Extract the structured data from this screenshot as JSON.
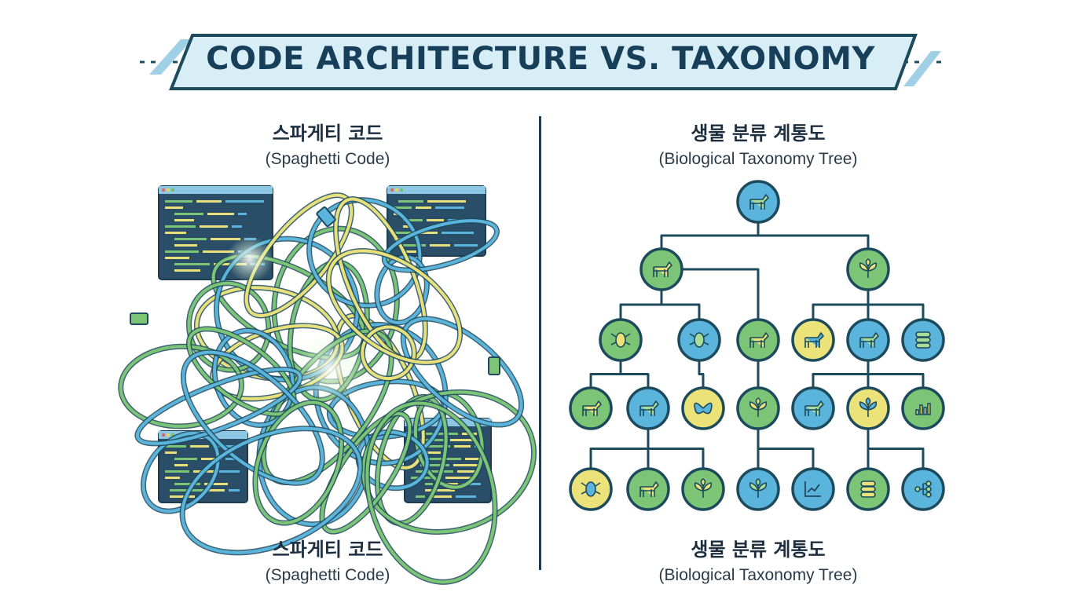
{
  "title": "CODE ARCHITECTURE VS. TAXONOMY",
  "left": {
    "heading_ko": "스파게티 코드",
    "heading_en": "(Spaghetti Code)",
    "caption_ko": "스파게티 코드",
    "caption_en": "(Spaghetti Code)"
  },
  "right": {
    "heading_ko": "생물 분류 계통도",
    "heading_en": "(Biological Taxonomy Tree)",
    "caption_ko": "생물 분류 계통도",
    "caption_en": "(Biological Taxonomy Tree)"
  },
  "colors": {
    "navy": "#1d4a5c",
    "green": "#7cc576",
    "blue": "#5ab4dc",
    "yellow": "#ece27a",
    "banner": "#d8eef7"
  },
  "tree": {
    "nodes": [
      {
        "id": "root",
        "icon": "elephant-icon",
        "fill": "blue"
      },
      {
        "id": "animals",
        "icon": "cow-icon",
        "fill": "green"
      },
      {
        "id": "plants",
        "icon": "plant-icon",
        "fill": "green"
      },
      {
        "id": "a1",
        "icon": "spider-icon",
        "fill": "green"
      },
      {
        "id": "a2",
        "icon": "microbe-icon",
        "fill": "blue"
      },
      {
        "id": "a3",
        "icon": "bird-icon",
        "fill": "green"
      },
      {
        "id": "p1",
        "icon": "frog-icon",
        "fill": "yellow"
      },
      {
        "id": "p2",
        "icon": "goat-icon",
        "fill": "blue"
      },
      {
        "id": "p3",
        "icon": "database-icon",
        "fill": "blue"
      },
      {
        "id": "b1",
        "icon": "cat-icon",
        "fill": "green"
      },
      {
        "id": "b2",
        "icon": "wolf-icon",
        "fill": "blue"
      },
      {
        "id": "b3",
        "icon": "butterfly-icon",
        "fill": "yellow"
      },
      {
        "id": "b4",
        "icon": "sprout-icon",
        "fill": "green"
      },
      {
        "id": "b5",
        "icon": "dog-icon",
        "fill": "blue"
      },
      {
        "id": "b6",
        "icon": "leaf-icon",
        "fill": "yellow"
      },
      {
        "id": "b7",
        "icon": "bar-chart-icon",
        "fill": "green"
      },
      {
        "id": "c1",
        "icon": "beetle-icon",
        "fill": "yellow"
      },
      {
        "id": "c2",
        "icon": "mouse-icon",
        "fill": "green"
      },
      {
        "id": "c3",
        "icon": "seedling-icon",
        "fill": "green"
      },
      {
        "id": "c4",
        "icon": "flower-icon",
        "fill": "blue"
      },
      {
        "id": "c5",
        "icon": "line-chart-icon",
        "fill": "blue"
      },
      {
        "id": "c6",
        "icon": "database-icon",
        "fill": "green"
      },
      {
        "id": "c7",
        "icon": "network-icon",
        "fill": "blue"
      }
    ],
    "edges": [
      [
        "root",
        "animals"
      ],
      [
        "root",
        "plants"
      ],
      [
        "animals",
        "a1"
      ],
      [
        "animals",
        "a2"
      ],
      [
        "animals",
        "a3"
      ],
      [
        "plants",
        "p1"
      ],
      [
        "plants",
        "p2"
      ],
      [
        "plants",
        "p3"
      ],
      [
        "a1",
        "b1"
      ],
      [
        "a1",
        "b2"
      ],
      [
        "a2",
        "b3"
      ],
      [
        "a3",
        "b4"
      ],
      [
        "p2",
        "b5"
      ],
      [
        "p2",
        "b6"
      ],
      [
        "p2",
        "b7"
      ],
      [
        "b2",
        "c1"
      ],
      [
        "b2",
        "c2"
      ],
      [
        "b2",
        "c3"
      ],
      [
        "b4",
        "c4"
      ],
      [
        "b4",
        "c5"
      ],
      [
        "b6",
        "c6"
      ],
      [
        "b6",
        "c7"
      ]
    ]
  }
}
